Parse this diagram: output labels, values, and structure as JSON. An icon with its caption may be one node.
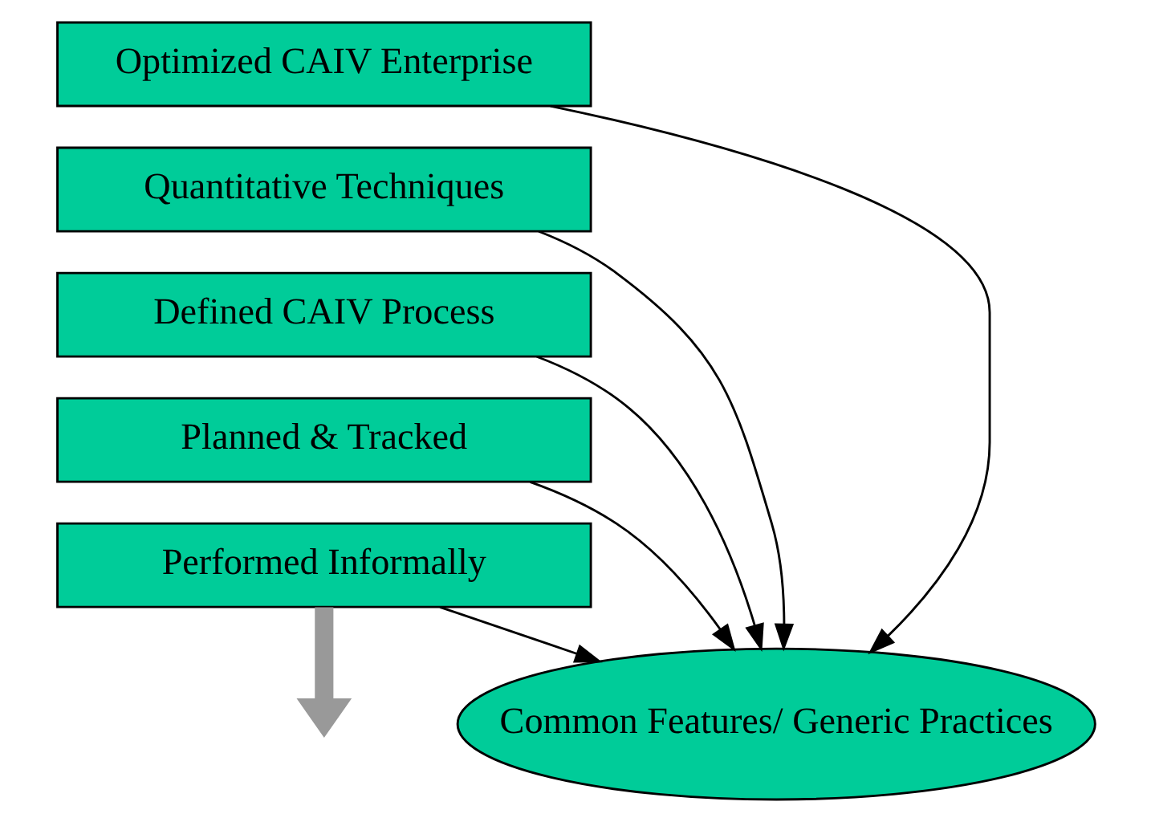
{
  "diagram": {
    "nodes": [
      {
        "text": [
          "Optimized CAIV Enterprise"
        ]
      },
      {
        "text": [
          "Quantitative Techniques"
        ]
      },
      {
        "text": [
          "Defined CAIV Process"
        ]
      },
      {
        "text": [
          "Planned & Tracked"
        ]
      },
      {
        "text": [
          "Performed Informally"
        ]
      },
      {
        "text": [
          "Common Features/ Generic Practices"
        ]
      }
    ],
    "edges": [
      {
        "from": 4,
        "to": 5,
        "arrow": "to"
      },
      {
        "from": 3,
        "to": 5,
        "arrow": "to"
      },
      {
        "from": 2,
        "to": 5,
        "arrow": "to"
      },
      {
        "from": 1,
        "to": 5,
        "arrow": "to"
      },
      {
        "from": 0,
        "to": 5,
        "arrow": "to"
      },
      {
        "from": 4,
        "to": null,
        "arrow": "to",
        "style": "thick",
        "color": "#999999"
      }
    ]
  }
}
